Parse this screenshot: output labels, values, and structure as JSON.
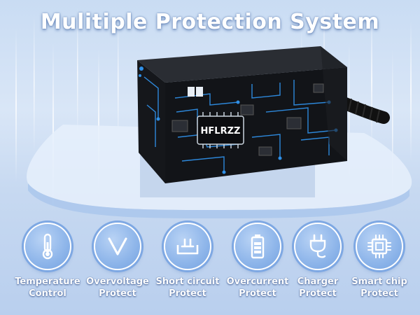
{
  "title": "Mulitiple Protection System",
  "brand_chip": "HFLRZZ",
  "colors": {
    "background": "#c9dcf3",
    "circuit_blue": "#2f8fe6",
    "device_body": "#1b1d22",
    "icon_fill": "#8fb6ea"
  },
  "features": [
    {
      "icon": "thermometer-icon",
      "line1": "Temperature",
      "line2": "Control"
    },
    {
      "icon": "overvoltage-icon",
      "line1": "Overvoltage",
      "line2": "Protect"
    },
    {
      "icon": "short-circuit-icon",
      "line1": "Short circuit",
      "line2": "Protect"
    },
    {
      "icon": "battery-icon",
      "line1": "Overcurrent",
      "line2": "Protect"
    },
    {
      "icon": "plug-icon",
      "line1": "Charger",
      "line2": "Protect"
    },
    {
      "icon": "chip-icon",
      "line1": "Smart chip",
      "line2": "Protect"
    }
  ]
}
